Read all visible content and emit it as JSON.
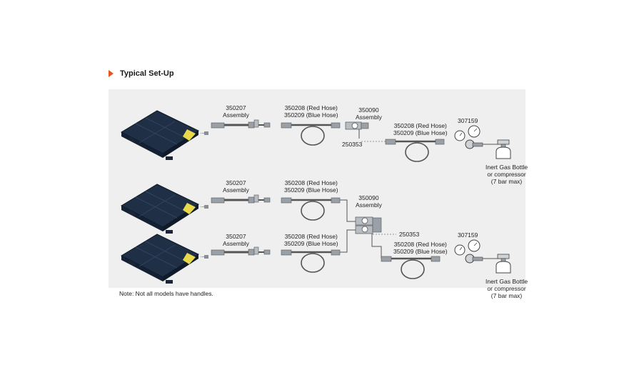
{
  "heading": "Typical Set-Up",
  "rows": [
    {
      "assembly_part": "350207",
      "assembly_label": "Assembly",
      "hose_red": "350208 (Red Hose)",
      "hose_blue": "350209 (Blue Hose)"
    },
    {
      "assembly_part": "350207",
      "assembly_label": "Assembly",
      "hose_red": "350208 (Red Hose)",
      "hose_blue": "350209 (Blue Hose)"
    },
    {
      "assembly_part": "350207",
      "assembly_label": "Assembly",
      "hose_red": "350208 (Red Hose)",
      "hose_blue": "350209 (Blue Hose)"
    }
  ],
  "top_chain": {
    "controller_part": "350090",
    "controller_label": "Assembly",
    "valve_part": "250353",
    "hose_red": "350208 (Red Hose)",
    "hose_blue": "350209 (Blue Hose)",
    "regulator_part": "307159",
    "supply_line1": "Inert Gas Bottle",
    "supply_line2": "or compressor",
    "supply_line3": "(7 bar max)"
  },
  "bottom_chain": {
    "controller_part": "350090",
    "controller_label": "Assembly",
    "valve_part": "250353",
    "hose_red": "350208 (Red Hose)",
    "hose_blue": "350209 (Blue Hose)",
    "regulator_part": "307159",
    "supply_line1": "Inert Gas Bottle",
    "supply_line2": "or compressor",
    "supply_line3": "(7 bar max)"
  },
  "note": "Note: Not all models have handles.",
  "colors": {
    "accent": "#e2571f",
    "panel": "#efefef",
    "bag": "#1f2f45",
    "hazard": "#e8d84a"
  }
}
